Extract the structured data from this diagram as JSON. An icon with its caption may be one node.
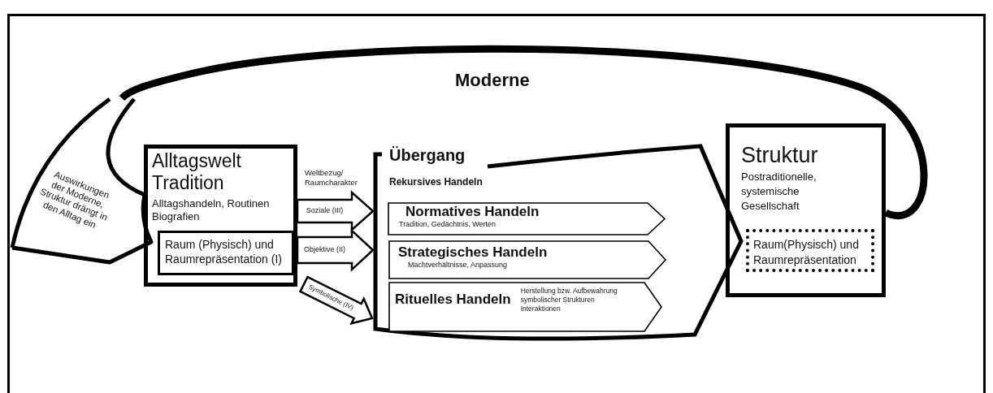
{
  "diagram": {
    "nodes": [
      {
        "text": [
          "Auswirkungen der Moderne, Struktur drängt in den Alltag ein"
        ]
      },
      {
        "text": [
          "Alltagswelt Tradition",
          "Alltagshandeln, Routinen Biografien"
        ]
      },
      {
        "text": [
          "Raum (Physisch) und Raumrepräsentation (I)"
        ],
        "in": 1
      },
      {
        "text": [
          "Übergang",
          "Rekursives Handeln"
        ]
      },
      {
        "text": [
          "Normatives Handeln",
          "Tradition, Gedächtnis, Werten"
        ],
        "in": 3
      },
      {
        "text": [
          "Strategisches Handeln",
          "Machtverhältnisse, Anpassung"
        ],
        "in": 3
      },
      {
        "text": [
          "Rituelles Handeln",
          "Herstellung bzw. Aufbewahrung symbolischer Strukturen Interaktionen"
        ],
        "in": 3
      },
      {
        "text": [
          "Struktur",
          "Postraditionelle, systemische Gesellschaft"
        ]
      },
      {
        "text": [
          "Raum(Physisch) und Raumrepräsentation"
        ],
        "in": 7
      }
    ],
    "edges": [
      {
        "from": 7,
        "to": 0,
        "arrow": "none"
      },
      {
        "from": 1,
        "to": 3,
        "arrow": "to",
        "label": "Soziale (III)"
      },
      {
        "from": 1,
        "to": 3,
        "arrow": "to",
        "label": "Objektive (II)"
      },
      {
        "from": 1,
        "to": 3,
        "arrow": "to",
        "label": "Symbolische (IV)"
      }
    ],
    "labels": [
      "Moderne",
      "Weltbezug/ Raumcharakter"
    ]
  }
}
